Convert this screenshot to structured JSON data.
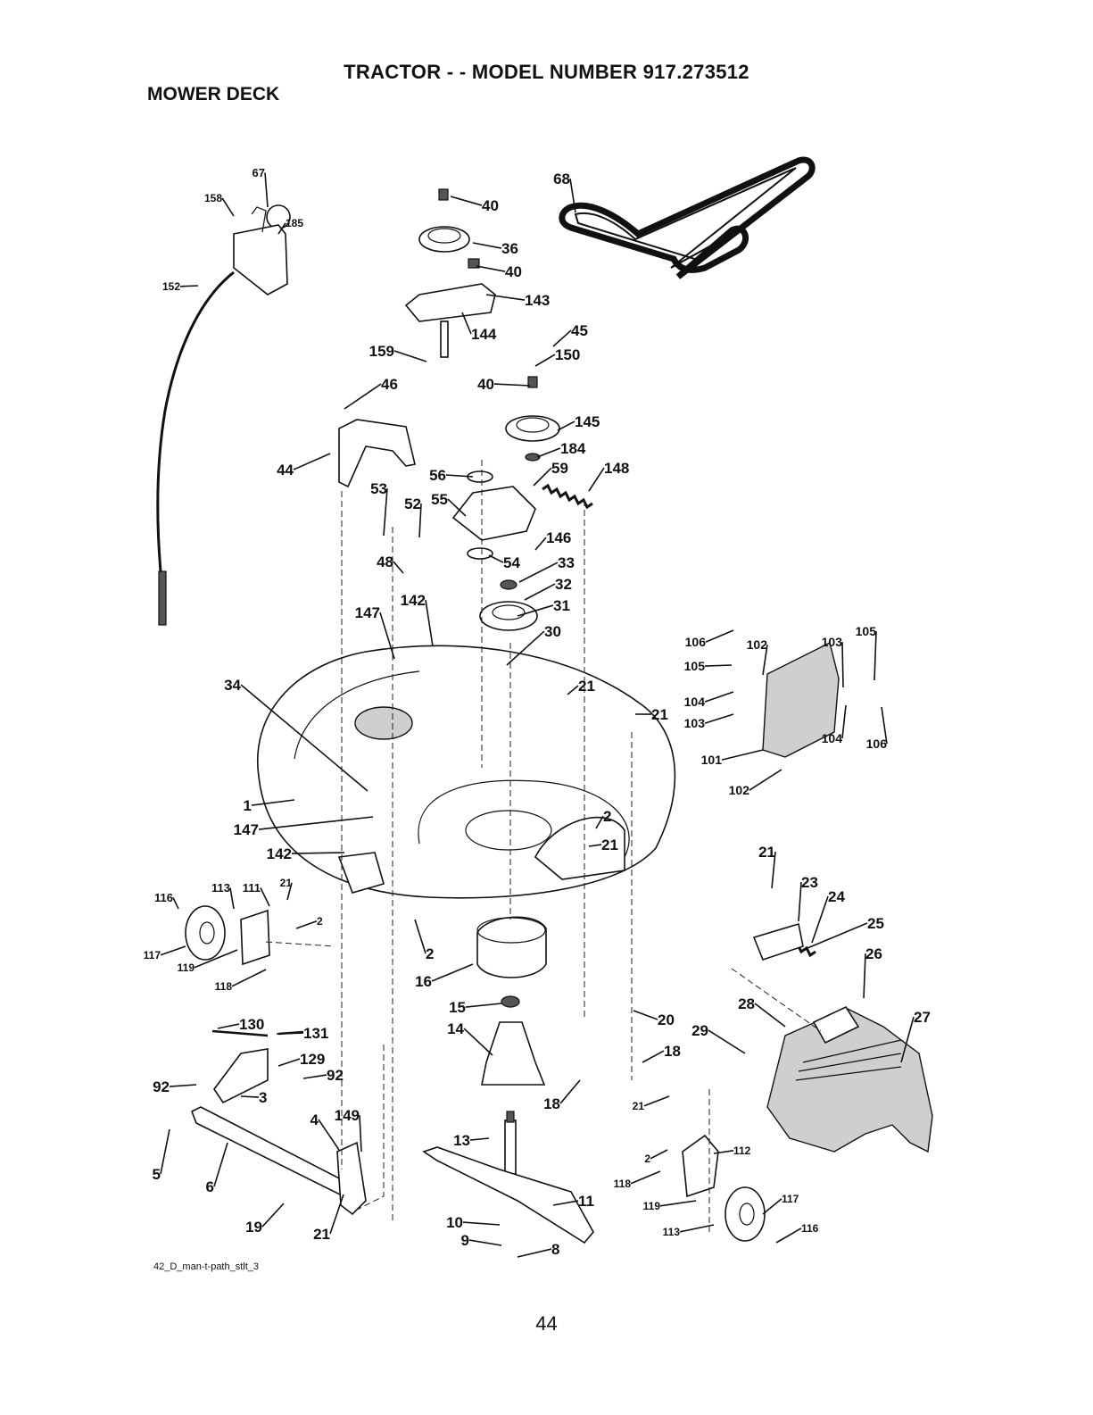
{
  "header": {
    "title": "TRACTOR - - MODEL NUMBER 917.273512",
    "section": "MOWER DECK"
  },
  "footer": {
    "drawing_id": "42_D_man-t-path_stlt_3",
    "page_number": "44"
  },
  "callouts": [
    "67",
    "158",
    "185",
    "152",
    "40",
    "36",
    "40",
    "143",
    "144",
    "159",
    "45",
    "150",
    "40",
    "68",
    "46",
    "44",
    "145",
    "184",
    "56",
    "59",
    "148",
    "55",
    "53",
    "52",
    "146",
    "48",
    "54",
    "33",
    "32",
    "147",
    "142",
    "31",
    "30",
    "106",
    "102",
    "103",
    "105",
    "105",
    "34",
    "21",
    "21",
    "104",
    "103",
    "104",
    "106",
    "101",
    "102",
    "1",
    "147",
    "2",
    "21",
    "142",
    "21",
    "23",
    "24",
    "25",
    "26",
    "116",
    "113",
    "111",
    "21",
    "2",
    "117",
    "119",
    "118",
    "2",
    "16",
    "15",
    "14",
    "20",
    "18",
    "28",
    "29",
    "27",
    "130",
    "131",
    "129",
    "92",
    "92",
    "3",
    "18",
    "21",
    "112",
    "2",
    "118",
    "4",
    "149",
    "13",
    "11",
    "5",
    "6",
    "119",
    "117",
    "19",
    "21",
    "10",
    "9",
    "8",
    "113",
    "116"
  ]
}
